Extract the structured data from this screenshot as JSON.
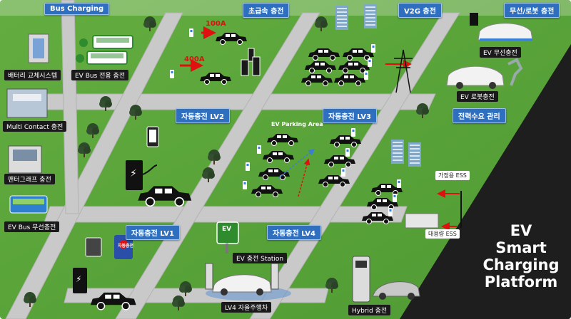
{
  "sections": {
    "bus_charging": "Bus Charging",
    "ultra_fast": "초급속 충전",
    "v2g": "V2G 충전",
    "wireless_robot": "무선/로봇 충전",
    "auto_lv2": "자동충전 LV2",
    "auto_lv3": "자동충전 LV3",
    "demand_mgmt": "전력수요 관리",
    "auto_lv1": "자동충전 LV1",
    "auto_lv4": "자동충전 LV4"
  },
  "labels": {
    "battery_swap": "배터리 교체시스템",
    "ev_bus_dedicated": "EV Bus 전용 충전",
    "multi_contact": "Multi Contact 충전",
    "pantograph": "팬터그래프 충전",
    "ev_bus_wireless": "EV Bus 무선충전",
    "ev_wireless": "EV 무선충전",
    "ev_robot": "EV 로봇충전",
    "ev_parking_area": "EV Parking Area",
    "home_ess": "가정용 ESS",
    "large_ess": "대용량 ESS",
    "ev_station": "EV 충전 Station",
    "lv4_autonomous": "LV4 자율주행차",
    "hybrid": "Hybrid 충전",
    "amp_100": "100A",
    "amp_400": "400A",
    "charging_sign": "EV",
    "auto_sign": "자동충전"
  },
  "platform_title": [
    "EV",
    "Smart",
    "Charging",
    "Platform"
  ],
  "colors": {
    "grass": "#5aa83a",
    "road": "#c9c9c9",
    "tag_blue": "#2f6fbf",
    "dark_panel": "#1e1e1e",
    "red_arrow": "#e01010"
  }
}
